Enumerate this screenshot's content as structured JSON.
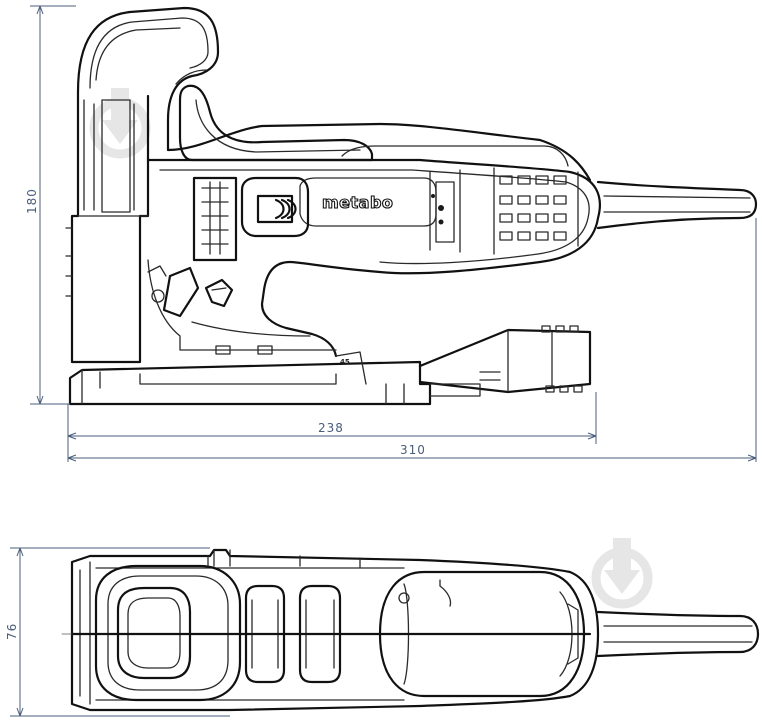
{
  "dimensions": {
    "height_side": "180",
    "length_base": "238",
    "length_total": "310",
    "width_top": "76"
  },
  "product": {
    "brand": "metabo",
    "bevel_mark": "45"
  },
  "colors": {
    "dimension_lines": "#4a5d7a",
    "outline": "#2a2a2a",
    "watermark": "#e6e6e6"
  },
  "icons": [
    "watermark-logo-icon"
  ]
}
